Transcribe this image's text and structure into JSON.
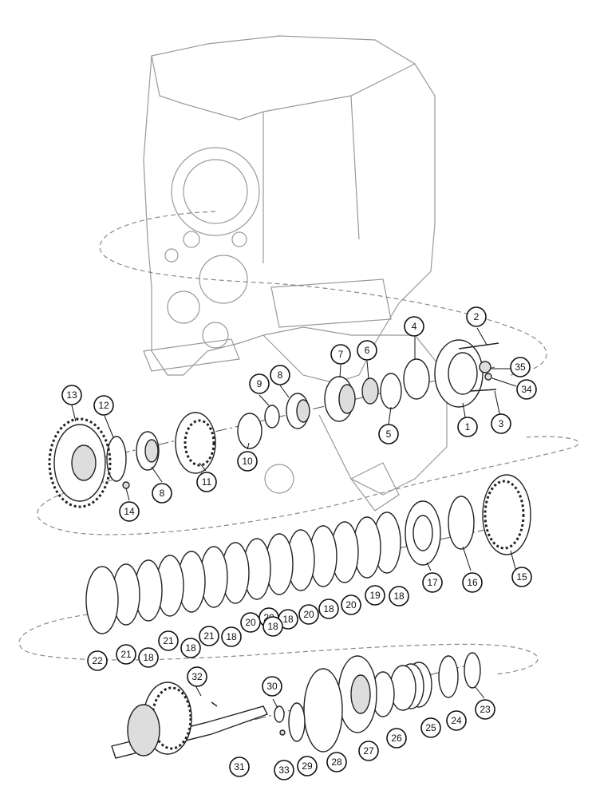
{
  "callouts": [
    {
      "id": "1",
      "label": "1"
    },
    {
      "id": "2",
      "label": "2"
    },
    {
      "id": "3",
      "label": "3"
    },
    {
      "id": "4",
      "label": "4"
    },
    {
      "id": "5",
      "label": "5"
    },
    {
      "id": "6",
      "label": "6"
    },
    {
      "id": "7",
      "label": "7"
    },
    {
      "id": "8a",
      "label": "8"
    },
    {
      "id": "8b",
      "label": "8"
    },
    {
      "id": "9",
      "label": "9"
    },
    {
      "id": "10",
      "label": "10"
    },
    {
      "id": "11",
      "label": "11"
    },
    {
      "id": "12",
      "label": "12"
    },
    {
      "id": "13",
      "label": "13"
    },
    {
      "id": "14",
      "label": "14"
    },
    {
      "id": "15",
      "label": "15"
    },
    {
      "id": "16",
      "label": "16"
    },
    {
      "id": "17",
      "label": "17"
    },
    {
      "id": "18a",
      "label": "18"
    },
    {
      "id": "19",
      "label": "19"
    },
    {
      "id": "20a",
      "label": "20"
    },
    {
      "id": "18b",
      "label": "18"
    },
    {
      "id": "20b",
      "label": "20"
    },
    {
      "id": "18c",
      "label": "18"
    },
    {
      "id": "20c",
      "label": "20"
    },
    {
      "id": "18d",
      "label": "18"
    },
    {
      "id": "20d",
      "label": "20"
    },
    {
      "id": "18e",
      "label": "18"
    },
    {
      "id": "21a",
      "label": "21"
    },
    {
      "id": "18f",
      "label": "18"
    },
    {
      "id": "21b",
      "label": "21"
    },
    {
      "id": "18g",
      "label": "18"
    },
    {
      "id": "21c",
      "label": "21"
    },
    {
      "id": "22",
      "label": "22"
    },
    {
      "id": "23",
      "label": "23"
    },
    {
      "id": "24",
      "label": "24"
    },
    {
      "id": "25",
      "label": "25"
    },
    {
      "id": "26",
      "label": "26"
    },
    {
      "id": "27",
      "label": "27"
    },
    {
      "id": "28",
      "label": "28"
    },
    {
      "id": "29",
      "label": "29"
    },
    {
      "id": "30",
      "label": "30"
    },
    {
      "id": "31",
      "label": "31"
    },
    {
      "id": "32",
      "label": "32"
    },
    {
      "id": "33",
      "label": "33"
    },
    {
      "id": "34",
      "label": "34"
    },
    {
      "id": "35",
      "label": "35"
    }
  ]
}
